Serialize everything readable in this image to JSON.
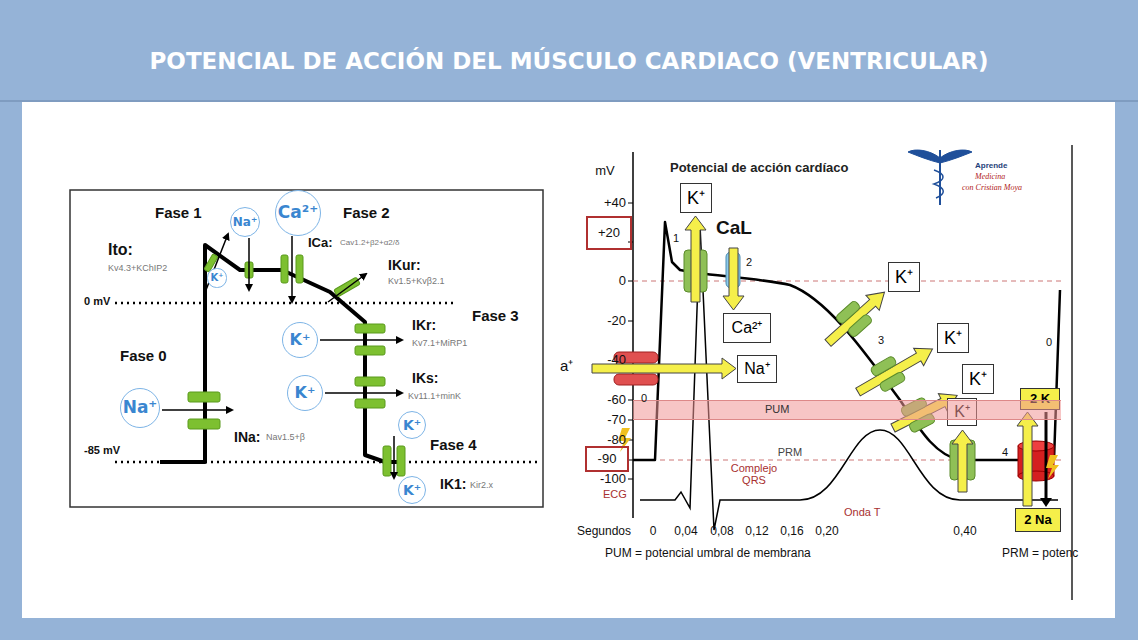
{
  "diagram": {
    "title": "POTENCIAL DE ACCIÓN DEL MÚSCULO CARDIACO (VENTRICULAR)",
    "nodes": [
      {
        "text": [
          "Na⁺"
        ]
      },
      {
        "text": [
          "Ca²⁺"
        ]
      },
      {
        "text": [
          "K⁺"
        ]
      },
      {
        "text": [
          "K⁺"
        ]
      },
      {
        "text": [
          "K⁺"
        ]
      },
      {
        "text": [
          "K⁺"
        ]
      },
      {
        "text": [
          "K⁺"
        ]
      },
      {
        "text": [
          "Na⁺"
        ]
      },
      {
        "text": [
          "+20"
        ]
      },
      {
        "text": [
          "K⁺"
        ]
      },
      {
        "text": [
          "Ca²⁺"
        ]
      },
      {
        "text": [
          "Na⁺"
        ]
      },
      {
        "text": [
          "K⁺"
        ]
      },
      {
        "text": [
          "K⁺"
        ]
      },
      {
        "text": [
          "K⁺"
        ]
      },
      {
        "text": [
          "K⁺"
        ]
      },
      {
        "text": [
          "2 K"
        ]
      },
      {
        "text": [
          "PUM"
        ]
      },
      {
        "text": [
          "-90"
        ]
      },
      {
        "text": [
          "2 Na"
        ]
      }
    ],
    "labels": [
      "Fase 1",
      "Fase 2",
      "Ito:",
      "Kv4.3+KChIP2",
      "ICa:",
      "Cav1.2+β2+α2/δ",
      "IKur:",
      "Kv1.5+Kvβ2.1",
      "0 mV",
      "Fase 3",
      "IKr:",
      "Kv7.1+MiRP1",
      "Fase 0",
      "IKs:",
      "Kv11.1+minK",
      "INa:",
      "Nav1.5+β",
      "-85 mV",
      "Fase 4",
      "IK1:",
      "Kir2.x",
      "mV",
      "+40",
      "0",
      "-20",
      "-40",
      "-60",
      "-70",
      "-80",
      "-100",
      "Potencial de acción cardíaco",
      "Aprende",
      "Medicina",
      "con Cristian Moya",
      "CaL",
      "1",
      "2",
      "0",
      "3",
      "4",
      "0",
      "a⁺",
      "PRM",
      "ECG",
      "Complejo QRS",
      "Onda T",
      "Segundos",
      "0",
      "0,04",
      "0,08",
      "0,12",
      "0,16",
      "0,20",
      "0,40",
      "PUM = potencial umbral de membrana",
      "PRM = potenc"
    ]
  }
}
